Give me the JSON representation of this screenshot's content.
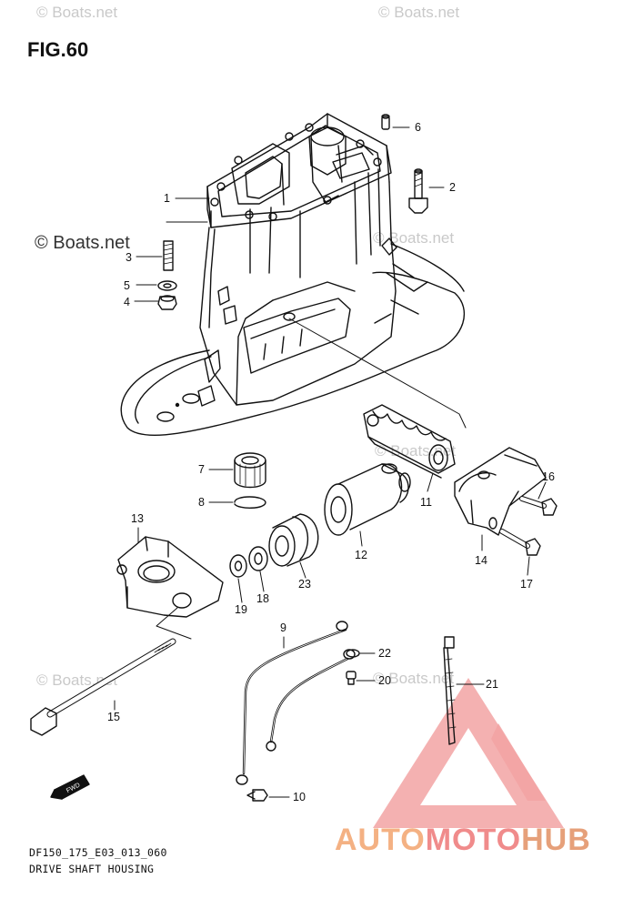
{
  "figure": {
    "title": "FIG.60",
    "code": "DF150_175_E03_013_060",
    "name": "DRIVE SHAFT HOUSING",
    "fwd_label": "FWD"
  },
  "watermarks": {
    "small": "© Boats.net",
    "large": "© Boats.net"
  },
  "logo": {
    "part1": "AUTO",
    "part2": "MOTO",
    "part3": "HUB",
    "triangle_color": "#f2a0a0",
    "text_color": "#f4b183"
  },
  "callouts": [
    "1",
    "2",
    "3",
    "4",
    "5",
    "6",
    "7",
    "8",
    "9",
    "10",
    "11",
    "12",
    "13",
    "14",
    "15",
    "16",
    "17",
    "18",
    "19",
    "20",
    "21",
    "22",
    "23"
  ]
}
